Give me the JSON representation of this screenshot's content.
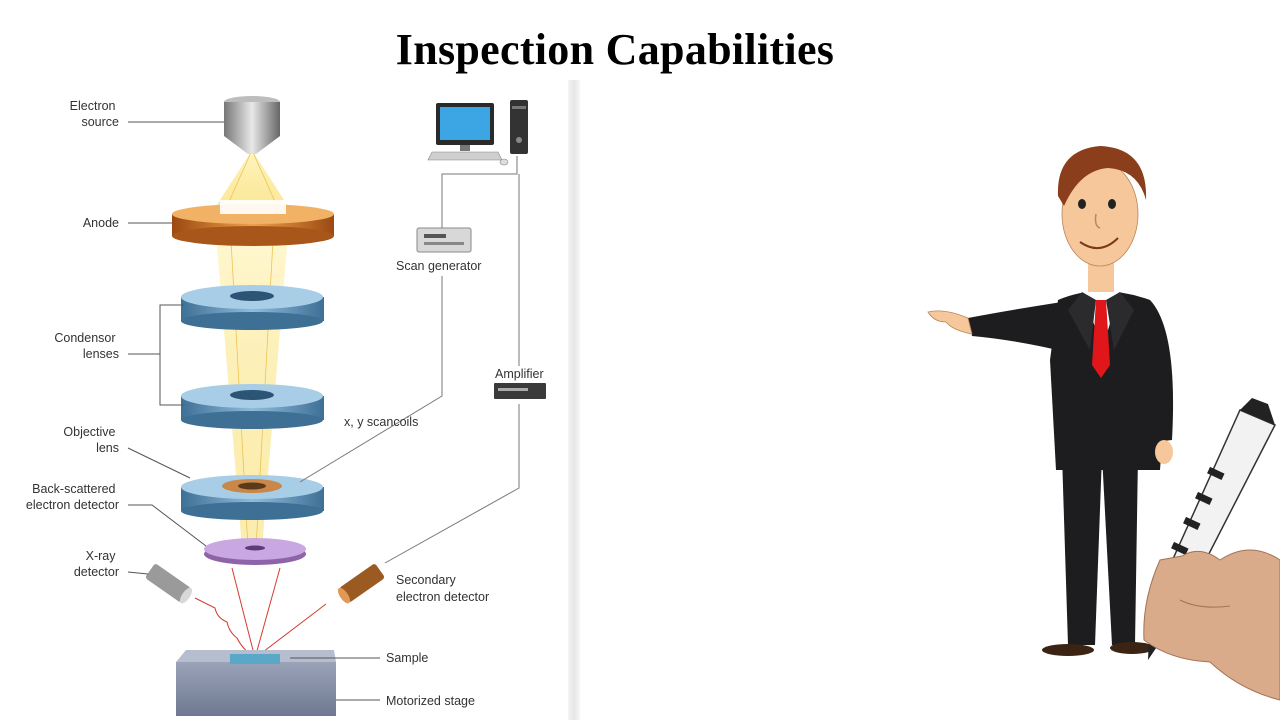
{
  "title": "Inspection Capabilities",
  "diagram": {
    "labels": {
      "electron_source": [
        "Electron",
        "source"
      ],
      "anode": "Anode",
      "condensor_lenses": [
        "Condensor",
        "lenses"
      ],
      "objective_lens": [
        "Objective",
        "lens"
      ],
      "backscattered": [
        "Back-scattered",
        "electron detector"
      ],
      "xray": [
        "X-ray",
        "detector"
      ],
      "scan_generator": "Scan generator",
      "scancoils": "x, y scancoils",
      "amplifier": "Amplifier",
      "secondary": [
        "Secondary",
        "electron detector"
      ],
      "sample": "Sample",
      "stage": "Motorized stage"
    }
  },
  "colors": {
    "beam": "#f6d54a",
    "lens": "#5b8fb4",
    "anode": "#d9822b",
    "tie": "#e0161b",
    "suit": "#1d1d1f"
  }
}
